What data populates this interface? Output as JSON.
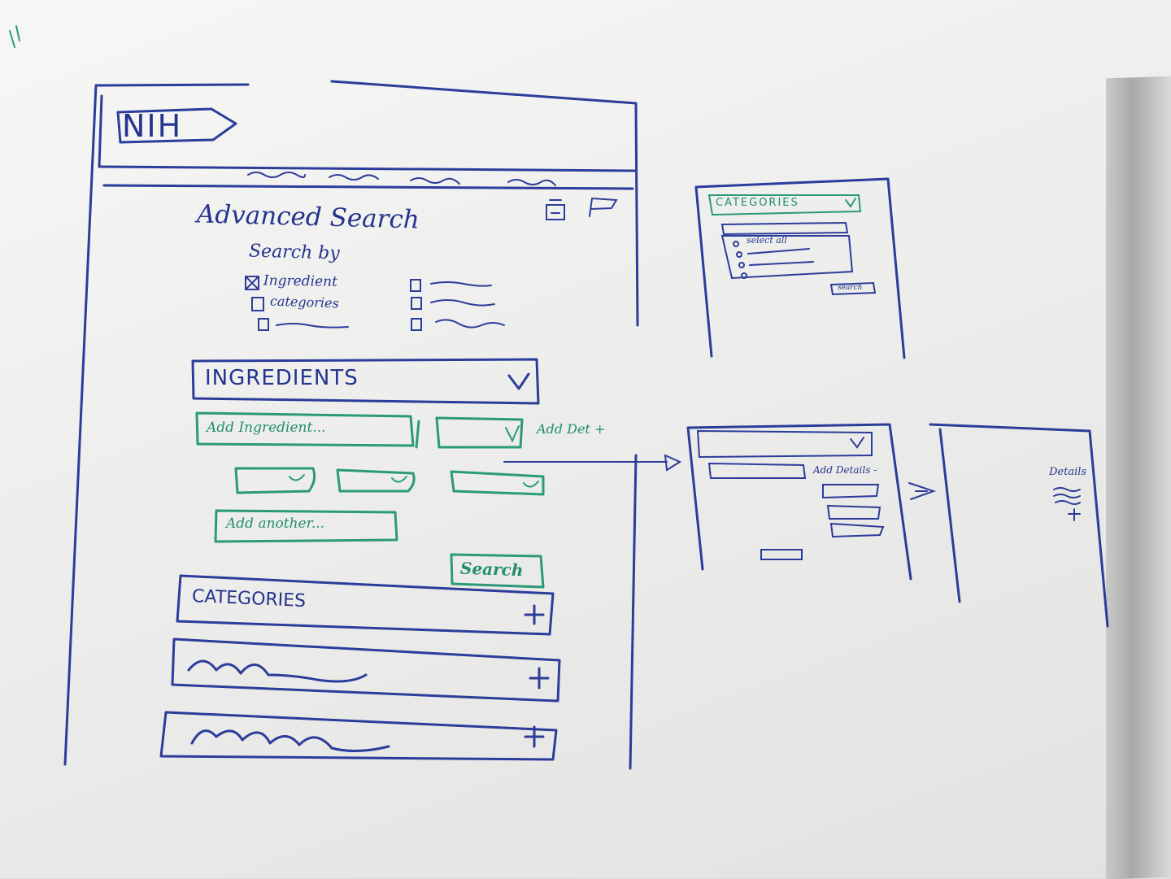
{
  "sketch": {
    "logo": "NIH",
    "title": "Advanced Search",
    "search_by_label": "Search by",
    "options": [
      "Ingredient",
      "categories"
    ],
    "ingredients_dropdown": "INGREDIENTS",
    "add_ingredient_placeholder": "Add Ingredient...",
    "add_details_link": "Add Det +",
    "add_another_placeholder": "Add another...",
    "search_button": "Search",
    "categories_panel": "CATEGORIES",
    "plus_symbol": "+",
    "caret_symbol": "v"
  },
  "mini_categories": {
    "dropdown": "CATEGORIES",
    "select_all": "select all",
    "search_button": "search"
  },
  "mini_details": {
    "add_details": "Add Details -",
    "details_label": "Details"
  },
  "colors": {
    "blue_marker": "#2c3c9a",
    "green_marker": "#2a9a78",
    "board": "#f3f3f1"
  }
}
